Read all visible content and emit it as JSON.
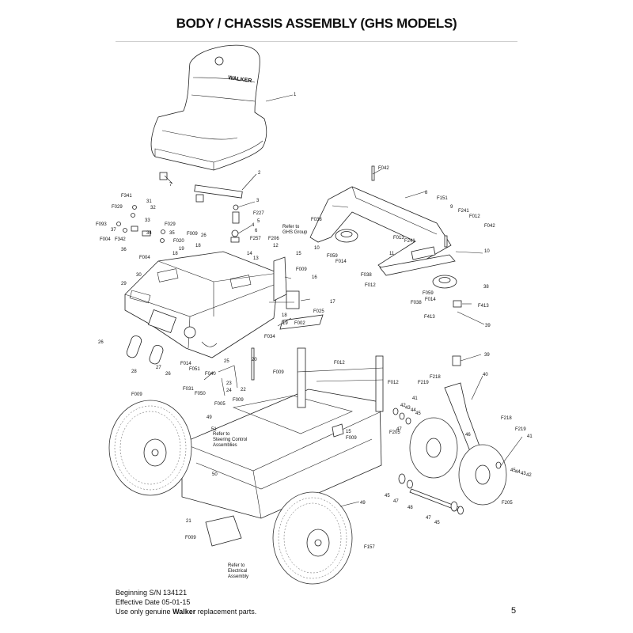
{
  "page": {
    "title": "BODY / CHASSIS ASSEMBLY (GHS MODELS)",
    "page_number": "5",
    "footer": {
      "serial": "Beginning S/N 134121",
      "effective": "Effective Date 05-01-15",
      "notice_prefix": "Use only genuine ",
      "notice_brand": "Walker",
      "notice_suffix": " replacement parts."
    }
  },
  "seat_brand": "WALKER",
  "callouts": [
    {
      "id": "c1",
      "label": "1"
    },
    {
      "id": "c2",
      "label": "2"
    },
    {
      "id": "c7",
      "label": "7"
    },
    {
      "id": "c3",
      "label": "3"
    },
    {
      "id": "cF227",
      "label": "F227"
    },
    {
      "id": "c5",
      "label": "5"
    },
    {
      "id": "c4",
      "label": "4"
    },
    {
      "id": "c6",
      "label": "6"
    },
    {
      "id": "cF257",
      "label": "F257"
    },
    {
      "id": "cF206",
      "label": "F206"
    },
    {
      "id": "c12",
      "label": "12"
    },
    {
      "id": "c14",
      "label": "14"
    },
    {
      "id": "c13",
      "label": "13"
    },
    {
      "id": "c15a",
      "label": "15"
    },
    {
      "id": "c16",
      "label": "16"
    },
    {
      "id": "cF009a",
      "label": "F009"
    },
    {
      "id": "cF341",
      "label": "F341"
    },
    {
      "id": "c31",
      "label": "31"
    },
    {
      "id": "cF029a",
      "label": "F029"
    },
    {
      "id": "c32",
      "label": "32"
    },
    {
      "id": "cF093",
      "label": "F093"
    },
    {
      "id": "c33",
      "label": "33"
    },
    {
      "id": "c37",
      "label": "37"
    },
    {
      "id": "c34",
      "label": "34"
    },
    {
      "id": "cF004a",
      "label": "F004"
    },
    {
      "id": "cF342",
      "label": "F342"
    },
    {
      "id": "cF029b",
      "label": "F029"
    },
    {
      "id": "c35",
      "label": "35"
    },
    {
      "id": "cF009b",
      "label": "F009"
    },
    {
      "id": "c26a",
      "label": "26"
    },
    {
      "id": "c36",
      "label": "36"
    },
    {
      "id": "cF020",
      "label": "F020"
    },
    {
      "id": "cF004b",
      "label": "F004"
    },
    {
      "id": "c18a",
      "label": "18"
    },
    {
      "id": "c19a",
      "label": "19"
    },
    {
      "id": "c18b",
      "label": "18"
    },
    {
      "id": "c30",
      "label": "30"
    },
    {
      "id": "c29",
      "label": "29"
    },
    {
      "id": "c26b",
      "label": "26"
    },
    {
      "id": "c28",
      "label": "28"
    },
    {
      "id": "c27",
      "label": "27"
    },
    {
      "id": "c26c",
      "label": "26"
    },
    {
      "id": "c18c",
      "label": "18"
    },
    {
      "id": "c19b",
      "label": "19"
    },
    {
      "id": "cF002",
      "label": "F002"
    },
    {
      "id": "cF025",
      "label": "F025"
    },
    {
      "id": "c17",
      "label": "17"
    },
    {
      "id": "cF034",
      "label": "F034"
    },
    {
      "id": "c20",
      "label": "20"
    },
    {
      "id": "cF009c",
      "label": "F009"
    },
    {
      "id": "cF012a",
      "label": "F012"
    },
    {
      "id": "c25",
      "label": "25"
    },
    {
      "id": "cF014a",
      "label": "F014"
    },
    {
      "id": "cF051",
      "label": "F051"
    },
    {
      "id": "cF040",
      "label": "F040"
    },
    {
      "id": "c23",
      "label": "23"
    },
    {
      "id": "c24",
      "label": "24"
    },
    {
      "id": "c22",
      "label": "22"
    },
    {
      "id": "cF031",
      "label": "F031"
    },
    {
      "id": "cF050",
      "label": "F050"
    },
    {
      "id": "cF009d",
      "label": "F009"
    },
    {
      "id": "cF009e",
      "label": "F009"
    },
    {
      "id": "cF005",
      "label": "F005"
    },
    {
      "id": "c49a",
      "label": "49"
    },
    {
      "id": "c51",
      "label": "51"
    },
    {
      "id": "c50",
      "label": "50"
    },
    {
      "id": "c15b",
      "label": "15"
    },
    {
      "id": "cF009f",
      "label": "F009"
    },
    {
      "id": "c21",
      "label": "21"
    },
    {
      "id": "cF009g",
      "label": "F009"
    },
    {
      "id": "c49b",
      "label": "49"
    },
    {
      "id": "cF157",
      "label": "F157"
    },
    {
      "id": "cF042a",
      "label": "F042"
    },
    {
      "id": "c8",
      "label": "8"
    },
    {
      "id": "cF151",
      "label": "F151"
    },
    {
      "id": "c9",
      "label": "9"
    },
    {
      "id": "cF241a",
      "label": "F241"
    },
    {
      "id": "cF012b",
      "label": "F012"
    },
    {
      "id": "cF042b",
      "label": "F042"
    },
    {
      "id": "cF038a",
      "label": "F038"
    },
    {
      "id": "cF013",
      "label": "F013"
    },
    {
      "id": "cF241b",
      "label": "F241"
    },
    {
      "id": "c10a",
      "label": "10"
    },
    {
      "id": "cF059a",
      "label": "F059"
    },
    {
      "id": "cF014b",
      "label": "F014"
    },
    {
      "id": "c11",
      "label": "11"
    },
    {
      "id": "c10b",
      "label": "10"
    },
    {
      "id": "cF038b",
      "label": "F038"
    },
    {
      "id": "cF012c",
      "label": "F012"
    },
    {
      "id": "cF059b",
      "label": "F059"
    },
    {
      "id": "cF038c",
      "label": "F038"
    },
    {
      "id": "cF014c",
      "label": "F014"
    },
    {
      "id": "c38",
      "label": "38"
    },
    {
      "id": "cF413a",
      "label": "F413"
    },
    {
      "id": "cF413b",
      "label": "F413"
    },
    {
      "id": "c39a",
      "label": "39"
    },
    {
      "id": "c39b",
      "label": "39"
    },
    {
      "id": "c40",
      "label": "40"
    },
    {
      "id": "cF218a",
      "label": "F218"
    },
    {
      "id": "cF219a",
      "label": "F219"
    },
    {
      "id": "c41a",
      "label": "41"
    },
    {
      "id": "cF012d",
      "label": "F012"
    },
    {
      "id": "c42a",
      "label": "42"
    },
    {
      "id": "c43a",
      "label": "43"
    },
    {
      "id": "c44a",
      "label": "44"
    },
    {
      "id": "c45a",
      "label": "45"
    },
    {
      "id": "cF205a",
      "label": "F205"
    },
    {
      "id": "c47a",
      "label": "47"
    },
    {
      "id": "c46",
      "label": "46"
    },
    {
      "id": "cF218b",
      "label": "F218"
    },
    {
      "id": "cF219b",
      "label": "F219"
    },
    {
      "id": "c41b",
      "label": "41"
    },
    {
      "id": "c45b",
      "label": "45"
    },
    {
      "id": "c44b",
      "label": "44"
    },
    {
      "id": "c43b",
      "label": "43"
    },
    {
      "id": "c42b",
      "label": "42"
    },
    {
      "id": "cF205b",
      "label": "F205"
    },
    {
      "id": "c45c",
      "label": "45"
    },
    {
      "id": "c47b",
      "label": "47"
    },
    {
      "id": "c48",
      "label": "48"
    },
    {
      "id": "c47c",
      "label": "47"
    },
    {
      "id": "c45d",
      "label": "45"
    }
  ],
  "notes": {
    "ghs": [
      "Refer to",
      "GHS Group"
    ],
    "steering": [
      "Refer to",
      "Steering Control",
      "Assemblies"
    ],
    "electrical": [
      "Refer to",
      "Electrical",
      "Assembly"
    ]
  }
}
